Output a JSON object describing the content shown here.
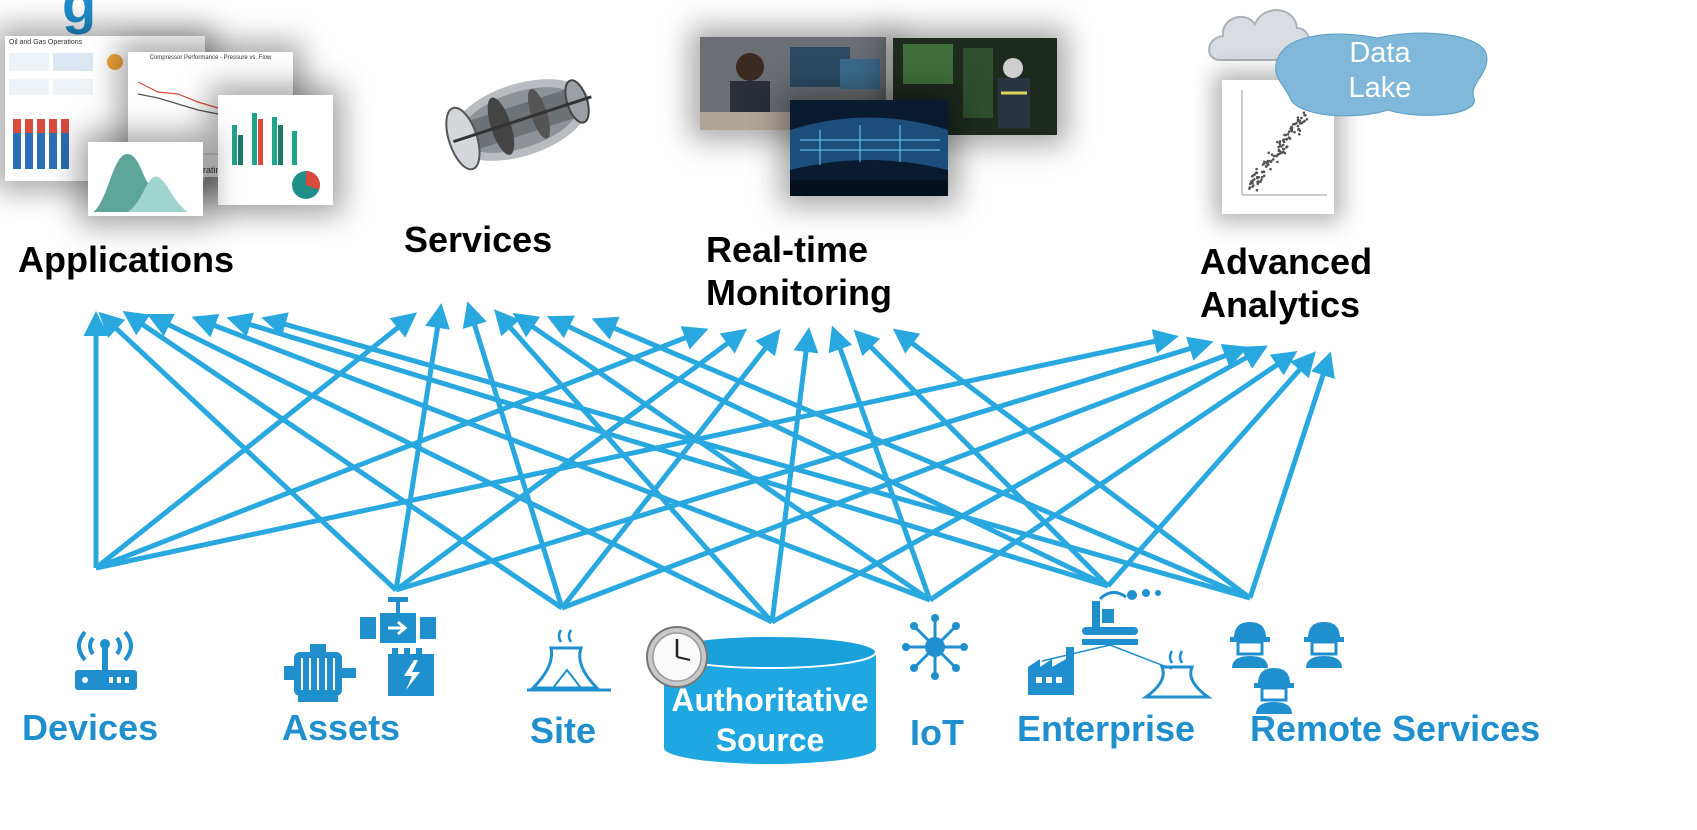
{
  "header": {
    "partial_title": "g"
  },
  "consumers": [
    {
      "id": "applications",
      "label": "Applications"
    },
    {
      "id": "services",
      "label": "Services"
    },
    {
      "id": "realtime",
      "label": "Real-time Monitoring"
    },
    {
      "id": "analytics",
      "label": "Advanced Analytics"
    }
  ],
  "sources": [
    {
      "id": "devices",
      "label": "Devices"
    },
    {
      "id": "assets",
      "label": "Assets"
    },
    {
      "id": "site",
      "label": "Site"
    },
    {
      "id": "authoritative",
      "label": "Authoritative Source"
    },
    {
      "id": "iot",
      "label": "IoT"
    },
    {
      "id": "enterprise",
      "label": "Enterprise"
    },
    {
      "id": "remote",
      "label": "Remote Services"
    }
  ],
  "applications_thumb": {
    "dashboard_title": "Oil and Gas Operations",
    "chart_title": "Compressor Performance - Pressure vs. Flow",
    "footer_text": "Operating Reg"
  },
  "analytics_thumb": {
    "data_lake_label": "Data Lake"
  },
  "colors": {
    "arrow": "#29a8df",
    "source_text": "#1f8fce",
    "cylinder": "#1ea7e0",
    "data_lake": "#7fb8d9"
  },
  "icons": [
    "wifi-router-icon",
    "motor-icon",
    "valve-icon",
    "transformer-icon",
    "site-icon",
    "clock-icon",
    "database-icon",
    "iot-hub-icon",
    "factory-icon",
    "worker-icon",
    "turbine-icon",
    "cloud-icon"
  ]
}
